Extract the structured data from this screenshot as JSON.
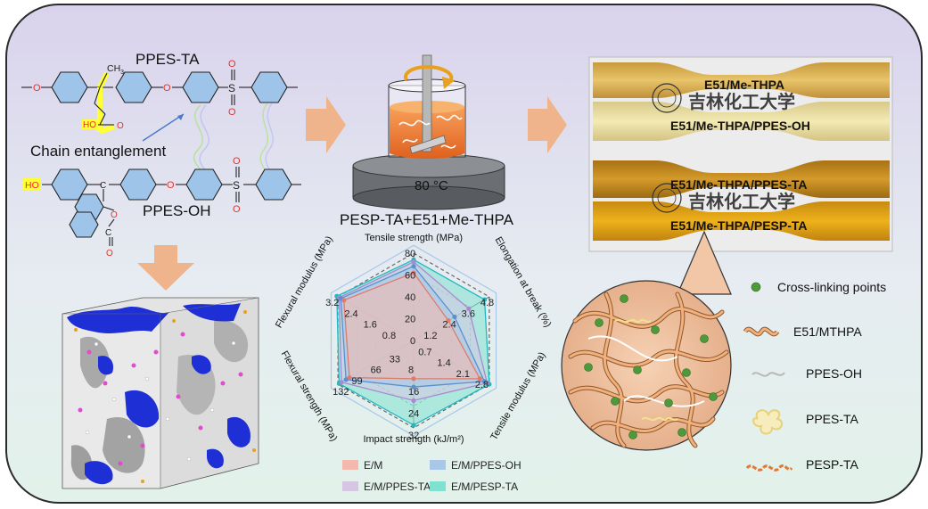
{
  "chemistry": {
    "ppes_ta_label": "PPES-TA",
    "ppes_oh_label": "PPES-OH",
    "entanglement_label": "Chain entanglement",
    "methyl": "CH",
    "methyl_sub": "3",
    "acid_ho": "HO",
    "oxygen": "O",
    "sulfur": "S",
    "carbon": "C",
    "hydroxyl": "HO"
  },
  "process": {
    "temperature": "80 °C",
    "formula": "PESP-TA+E51+Me-THPA"
  },
  "samples": {
    "row1_label": "E51/Me-THPA",
    "row2_label": "E51/Me-THPA/PPES-OH",
    "row3_label": "E51/Me-THPA/PPES-TA",
    "row4_label": "E51/Me-THPA/PESP-TA",
    "watermark": "吉林化工大学"
  },
  "legend_right": {
    "items": [
      {
        "label": "Cross-linking points",
        "icon": "green-dot-icon"
      },
      {
        "label": "E51/MTHPA",
        "icon": "orange-wave-icon"
      },
      {
        "label": "PPES-OH",
        "icon": "gray-wave-icon"
      },
      {
        "label": "PPES-TA",
        "icon": "yellow-coil-icon"
      },
      {
        "label": "PESP-TA",
        "icon": "orange-dashed-wave-icon"
      }
    ]
  },
  "colors": {
    "arrow": "#f0b48c",
    "highlight": "#ffff33",
    "ring_blue": "#a9c7ea",
    "s_e_m": "#f4b9ae",
    "s_e_m_ppes_oh": "#a9c7e6",
    "s_e_m_ppes_ta": "#d6c6e3",
    "s_e_m_pesp_ta": "#7fe1cf"
  },
  "chart_data": {
    "type": "radar",
    "axes": [
      {
        "label": "Tensile strength (MPa)",
        "ticks": [
          "0",
          "20",
          "40",
          "60",
          "80"
        ],
        "max": 80
      },
      {
        "label": "Elongation at break (%)",
        "ticks": [
          "1.2",
          "2.4",
          "3.6",
          "4.8"
        ],
        "max": 4.8
      },
      {
        "label": "Tensile modulus (MPa)",
        "ticks": [
          "0.7",
          "1.4",
          "2.1",
          "2.8"
        ],
        "max": 2.8
      },
      {
        "label": "Impact strength (kJ/m²)",
        "ticks": [
          "8",
          "16",
          "24",
          "32"
        ],
        "max": 32
      },
      {
        "label": "Flexural strength (MPa)",
        "ticks": [
          "33",
          "66",
          "99",
          "132"
        ],
        "max": 132
      },
      {
        "label": "Flexural modulus (MPa)",
        "ticks": [
          "0.8",
          "1.6",
          "2.4",
          "3.2"
        ],
        "max": 3.2
      }
    ],
    "series": [
      {
        "name": "E/M",
        "values": [
          62,
          2.2,
          2.45,
          14,
          112,
          2.95
        ]
      },
      {
        "name": "E/M/PPES-OH",
        "values": [
          68,
          2.6,
          2.62,
          17,
          118,
          3.08
        ]
      },
      {
        "name": "E/M/PPES-TA",
        "values": [
          72,
          3.5,
          2.72,
          22,
          126,
          3.15
        ]
      },
      {
        "name": "E/M/PESP-TA",
        "values": [
          74,
          4.5,
          2.8,
          31,
          130,
          3.25
        ]
      }
    ]
  }
}
